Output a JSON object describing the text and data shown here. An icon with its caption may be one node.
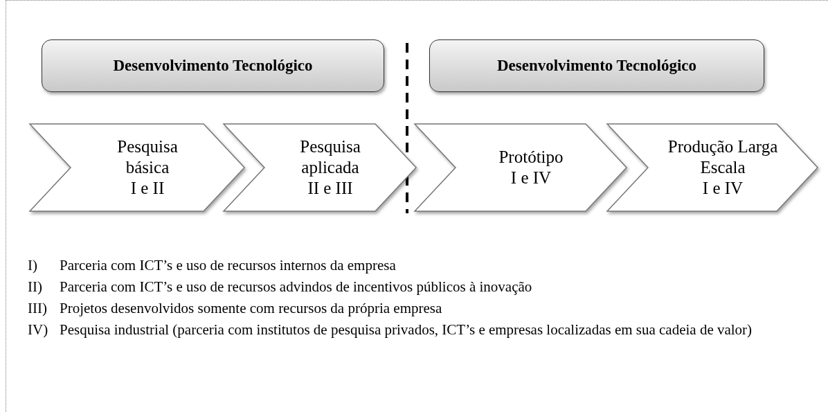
{
  "diagram": {
    "nodes": [
      {
        "text": [
          "Desenvolvimento Tecnológico"
        ]
      },
      {
        "text": [
          "Desenvolvimento Tecnológico"
        ]
      },
      {
        "text": [
          "Pesquisa básica",
          "I e II"
        ]
      },
      {
        "text": [
          "Pesquisa aplicada",
          "II e III"
        ]
      },
      {
        "text": [
          "Protótipo",
          "I e IV"
        ]
      },
      {
        "text": [
          "Produção Larga Escala",
          "I e IV"
        ]
      }
    ],
    "edges": [],
    "labels": [
      "I)",
      "Parceria com ICT’s e uso de recursos internos da empresa",
      "II)",
      "Parceria com ICT’s e uso de recursos advindos de incentivos públicos à inovação",
      "III)",
      "Projetos desenvolvidos somente com recursos da própria empresa",
      "IV)",
      "Pesquisa industrial (parceria com institutos de pesquisa privados, ICT’s e empresas localizadas em sua cadeia de valor)"
    ]
  }
}
